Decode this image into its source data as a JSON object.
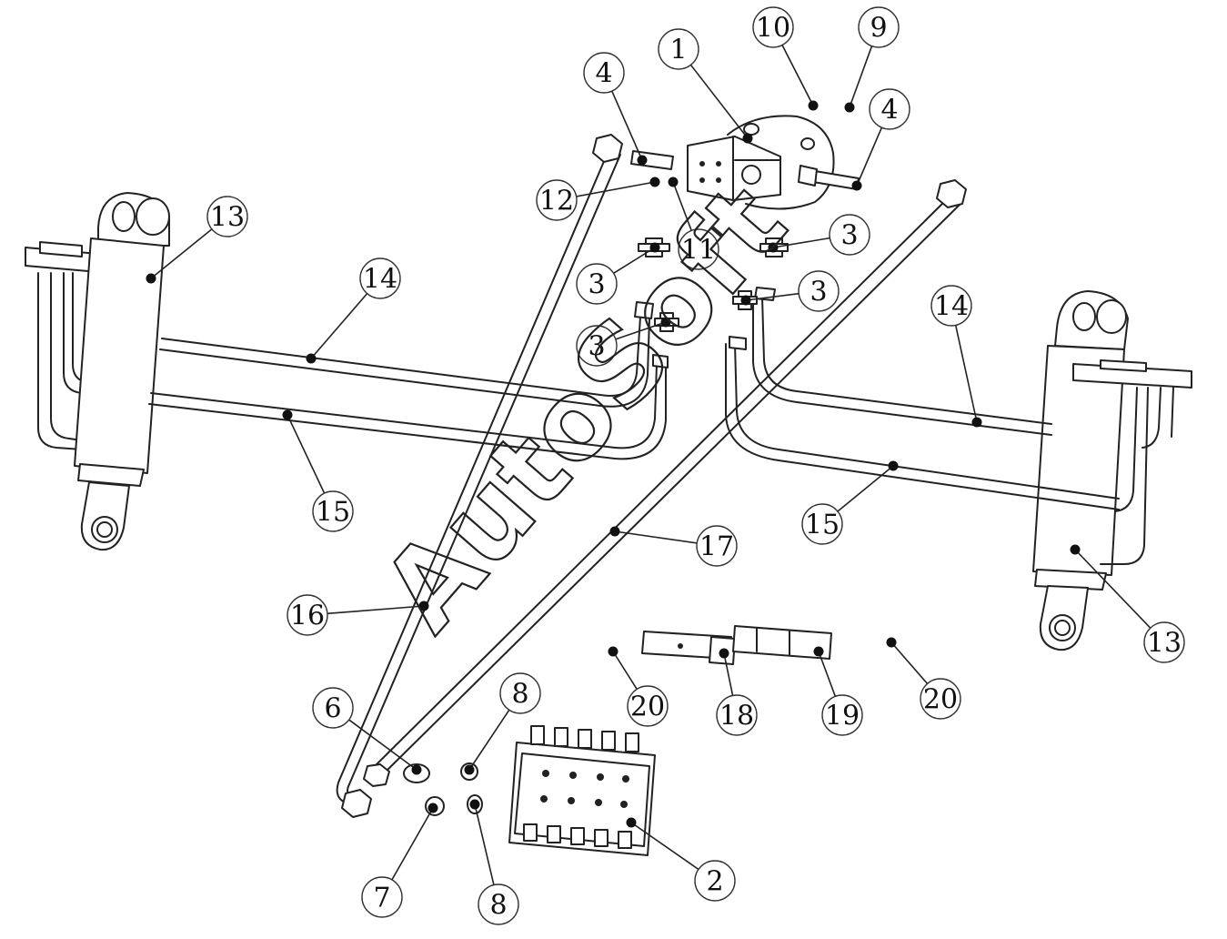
{
  "diagram": {
    "watermark": "AutoSoft",
    "callouts": [
      {
        "id": "c-1",
        "label": "1"
      },
      {
        "id": "c-2",
        "label": "2"
      },
      {
        "id": "c-3a",
        "label": "3"
      },
      {
        "id": "c-3b",
        "label": "3"
      },
      {
        "id": "c-3c",
        "label": "3"
      },
      {
        "id": "c-3d",
        "label": "3"
      },
      {
        "id": "c-4a",
        "label": "4"
      },
      {
        "id": "c-4b",
        "label": "4"
      },
      {
        "id": "c-6",
        "label": "6"
      },
      {
        "id": "c-7",
        "label": "7"
      },
      {
        "id": "c-8a",
        "label": "8"
      },
      {
        "id": "c-8b",
        "label": "8"
      },
      {
        "id": "c-9",
        "label": "9"
      },
      {
        "id": "c-10",
        "label": "10"
      },
      {
        "id": "c-11",
        "label": "11"
      },
      {
        "id": "c-12",
        "label": "12"
      },
      {
        "id": "c-13a",
        "label": "13"
      },
      {
        "id": "c-13b",
        "label": "13"
      },
      {
        "id": "c-14a",
        "label": "14"
      },
      {
        "id": "c-14b",
        "label": "14"
      },
      {
        "id": "c-15a",
        "label": "15"
      },
      {
        "id": "c-15b",
        "label": "15"
      },
      {
        "id": "c-16",
        "label": "16"
      },
      {
        "id": "c-17",
        "label": "17"
      },
      {
        "id": "c-18",
        "label": "18"
      },
      {
        "id": "c-19",
        "label": "19"
      },
      {
        "id": "c-20a",
        "label": "20"
      },
      {
        "id": "c-20b",
        "label": "20"
      }
    ]
  }
}
